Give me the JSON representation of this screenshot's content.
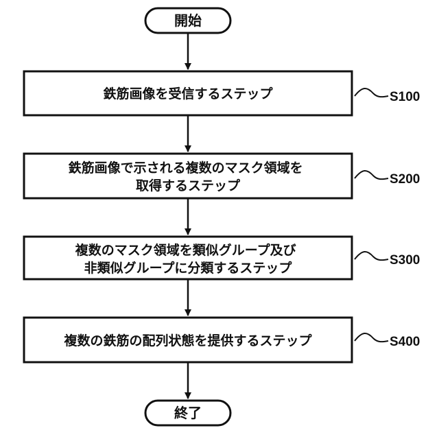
{
  "start": {
    "label": "開始"
  },
  "end": {
    "label": "終了"
  },
  "steps": [
    {
      "ref": "S100",
      "lines": [
        "鉄筋画像を受信するステップ"
      ]
    },
    {
      "ref": "S200",
      "lines": [
        "鉄筋画像で示される複数のマスク領域を",
        "取得するステップ"
      ]
    },
    {
      "ref": "S300",
      "lines": [
        "複数のマスク領域を類似グループ及び",
        "非類似グループに分類するステップ"
      ]
    },
    {
      "ref": "S400",
      "lines": [
        "複数の鉄筋の配列状態を提供するステップ"
      ]
    }
  ],
  "colors": {
    "stroke": "#111111",
    "fill": "#ffffff"
  }
}
